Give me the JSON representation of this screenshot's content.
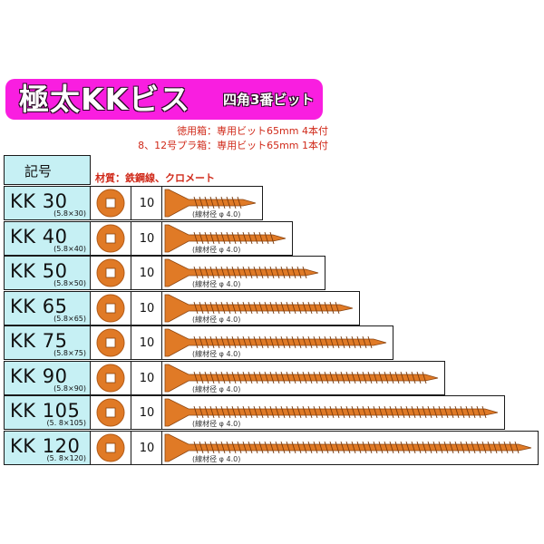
{
  "banner": {
    "title": "極太KKビス",
    "subtitle": "四角3番ビット",
    "color": "#f91ee0"
  },
  "notes": [
    "徳用箱：専用ビット65mm 4本付",
    "8、12号プラ箱：専用ビット65mm 1本付"
  ],
  "table": {
    "code_header": "記号",
    "material_label": "材質：鉄鋼線、クロメート",
    "code_bg_color": "#c6f0f4",
    "screw_color": "#e07a26",
    "rows": [
      {
        "code": "KK 30",
        "size": "(5.8×30)",
        "qty": "10",
        "wire": "(線材径 φ 4.0)"
      },
      {
        "code": "KK 40",
        "size": "(5.8×40)",
        "qty": "10",
        "wire": "(線材径 φ 4.0)"
      },
      {
        "code": "KK 50",
        "size": "(5.8×50)",
        "qty": "10",
        "wire": "(線材径 φ 4.0)"
      },
      {
        "code": "KK 65",
        "size": "(5.8×65)",
        "qty": "10",
        "wire": "(線材径 φ 4.0)"
      },
      {
        "code": "KK 75",
        "size": "(5.8×75)",
        "qty": "10",
        "wire": "(線材径 φ 4.0)"
      },
      {
        "code": "KK 90",
        "size": "(5.8×90)",
        "qty": "10",
        "wire": "(線材径 φ 4.0)"
      },
      {
        "code": "KK 105",
        "size": "(5. 8×105)",
        "qty": "10",
        "wire": "(線材径 φ 4.0)"
      },
      {
        "code": "KK 120",
        "size": "(5. 8×120)",
        "qty": "10",
        "wire": "(線材径 φ 4.0)"
      }
    ]
  }
}
